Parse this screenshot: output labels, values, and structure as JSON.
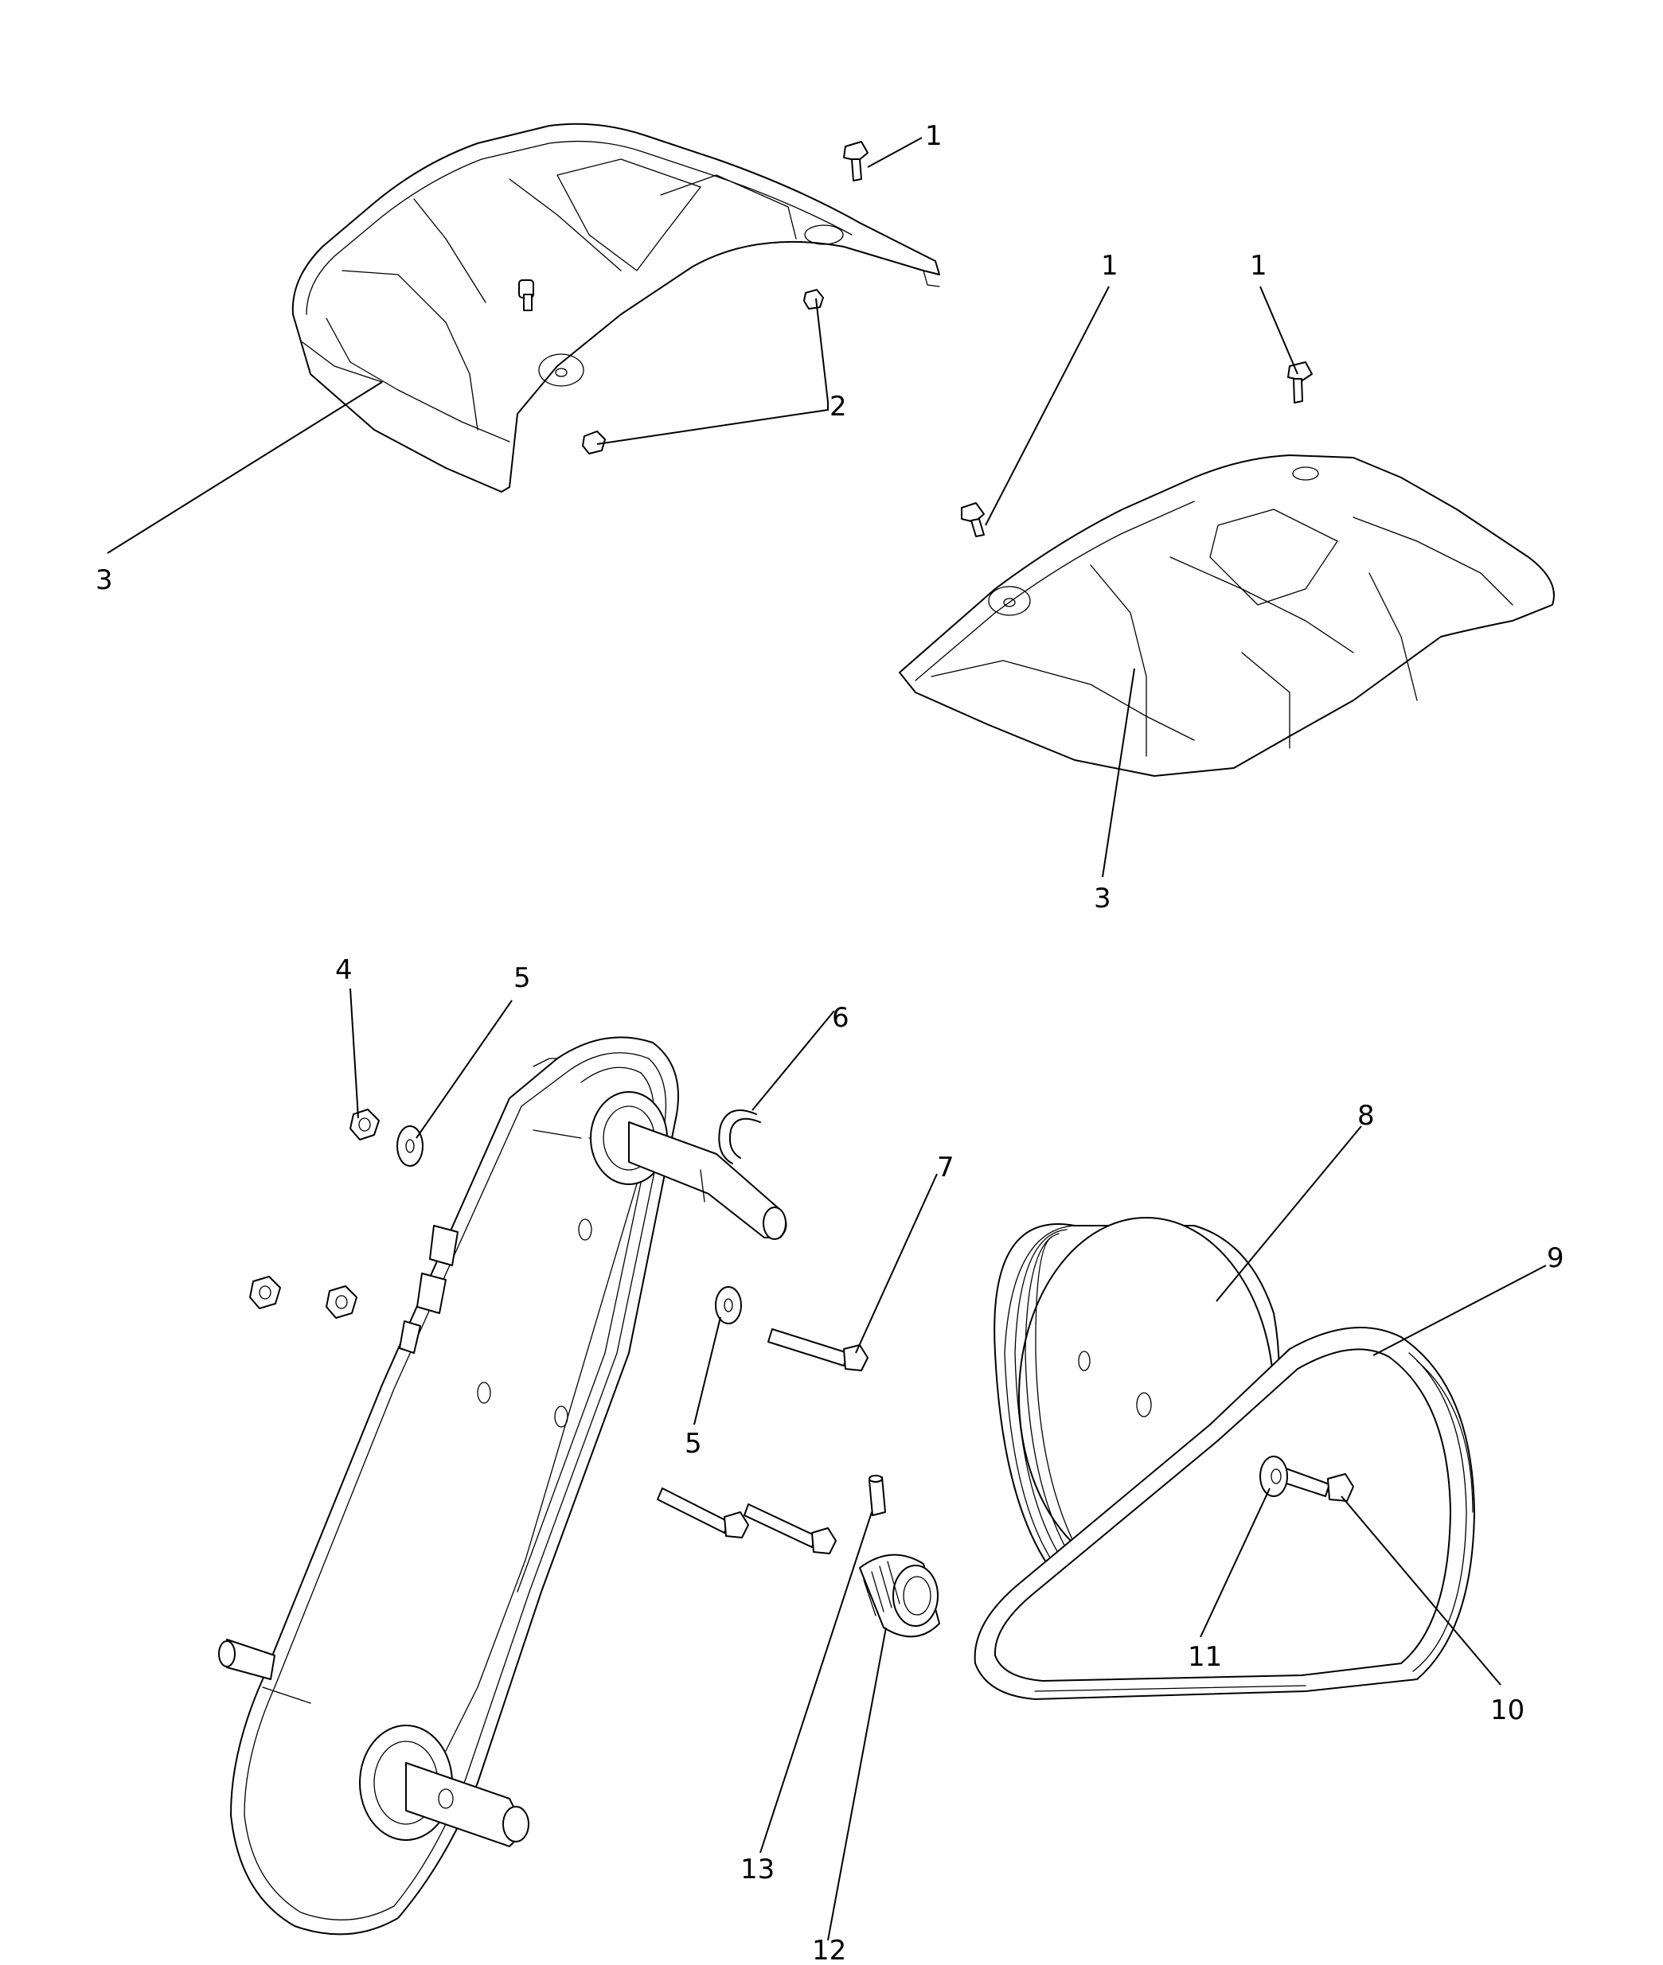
{
  "callouts": {
    "c1a": "1",
    "c1b": "1",
    "c1c": "1",
    "c2": "2",
    "c3a": "3",
    "c3b": "3",
    "c4": "4",
    "c5a": "5",
    "c5b": "5",
    "c6": "6",
    "c7": "7",
    "c8": "8",
    "c9": "9",
    "c10": "10",
    "c11": "11",
    "c12": "12",
    "c13": "13"
  }
}
